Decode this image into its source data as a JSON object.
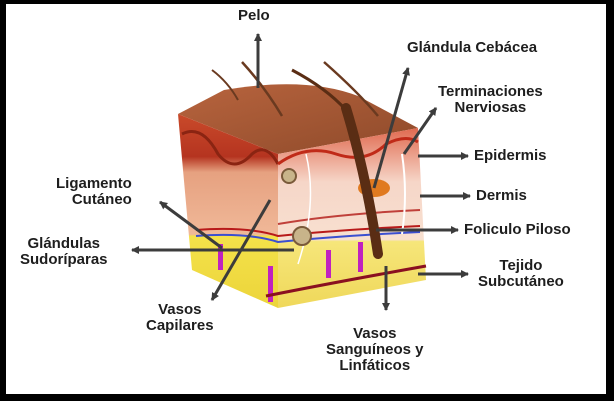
{
  "colors": {
    "arrow": "#3c3c3c",
    "epidermis": "#b23a22",
    "dermis": "#e8a07c",
    "subcutaneous": "#f2df3c",
    "hair": "#5a2d14"
  },
  "labels": {
    "pelo": "Pelo",
    "glandula_cebacea": "Glándula Cebácea",
    "terminaciones_1": "Terminaciones",
    "terminaciones_2": "Nerviosas",
    "epidermis": "Epidermis",
    "dermis": "Dermis",
    "foliculo": "Foliculo Piloso",
    "tejido_1": "Tejido",
    "tejido_2": "Subcutáneo",
    "vasos_sang_1": "Vasos",
    "vasos_sang_2": "Sanguíneos y",
    "vasos_sang_3": "Linfáticos",
    "vasos_cap_1": "Vasos",
    "vasos_cap_2": "Capilares",
    "glandulas_1": "Glándulas",
    "glandulas_2": "Sudoríparas",
    "ligamento_1": "Ligamento",
    "ligamento_2": "Cutáneo"
  }
}
